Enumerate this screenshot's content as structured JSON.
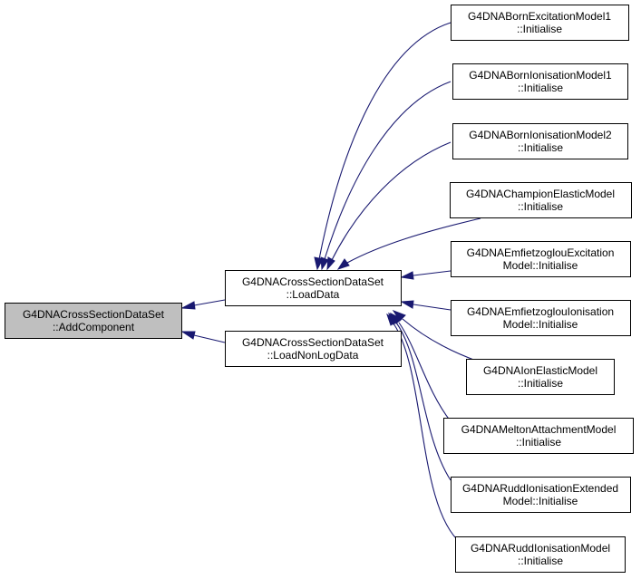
{
  "colors": {
    "edge": "#191970",
    "focus_fill": "#bfbfbf",
    "node_fill": "#ffffff",
    "node_border": "#000000"
  },
  "nodes": {
    "root": {
      "line1": "G4DNACrossSectionDataSet",
      "line2": "::AddComponent"
    },
    "load_data": {
      "line1": "G4DNACrossSectionDataSet",
      "line2": "::LoadData"
    },
    "load_non_log_data": {
      "line1": "G4DNACrossSectionDataSet",
      "line2": "::LoadNonLogData"
    },
    "born_excitation": {
      "line1": "G4DNABornExcitationModel1",
      "line2": "::Initialise"
    },
    "born_ionisation1": {
      "line1": "G4DNABornIonisationModel1",
      "line2": "::Initialise"
    },
    "born_ionisation2": {
      "line1": "G4DNABornIonisationModel2",
      "line2": "::Initialise"
    },
    "champion_elastic": {
      "line1": "G4DNAChampionElasticModel",
      "line2": "::Initialise"
    },
    "emfietzoglou_excitation": {
      "line1": "G4DNAEmfietzoglouExcitation",
      "line2": "Model::Initialise"
    },
    "emfietzoglou_ionisation": {
      "line1": "G4DNAEmfietzoglouIonisation",
      "line2": "Model::Initialise"
    },
    "ion_elastic": {
      "line1": "G4DNAIonElasticModel",
      "line2": "::Initialise"
    },
    "melton_attachment": {
      "line1": "G4DNAMeltonAttachmentModel",
      "line2": "::Initialise"
    },
    "rudd_ionisation_extended": {
      "line1": "G4DNARuddIonisationExtended",
      "line2": "Model::Initialise"
    },
    "rudd_ionisation": {
      "line1": "G4DNARuddIonisationModel",
      "line2": "::Initialise"
    }
  }
}
